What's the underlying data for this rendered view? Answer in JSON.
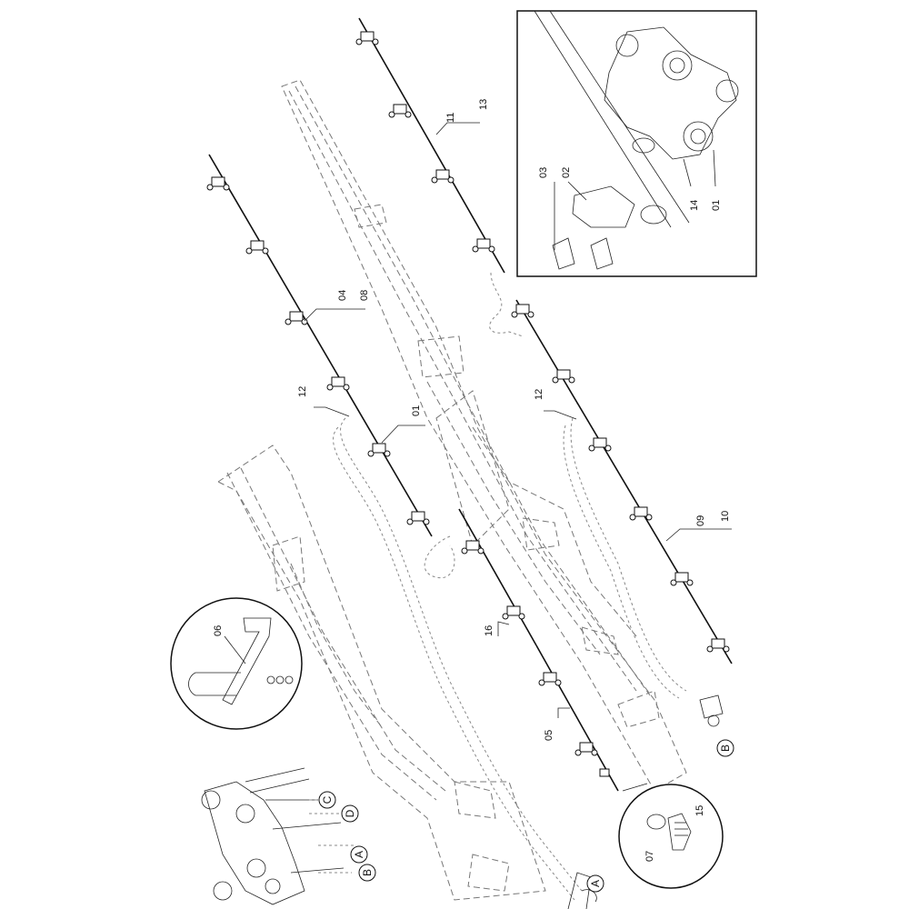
{
  "diagram": {
    "part_labels": {
      "l_11": "11",
      "l_13": "13",
      "l_04": "04",
      "l_08": "08",
      "l_12a": "12",
      "l_01a": "01",
      "l_12b": "12",
      "l_09": "09",
      "l_10": "10",
      "l_16": "16",
      "l_05": "05",
      "l_06": "06",
      "l_07": "07",
      "l_15": "15",
      "l_03": "03",
      "l_02": "02",
      "l_14": "14",
      "l_01b": "01"
    },
    "circle_markers": {
      "B_right": "B",
      "A_bottom": "A",
      "C_left": "C",
      "D_left": "D",
      "A_left": "A",
      "B_left": "B"
    }
  }
}
